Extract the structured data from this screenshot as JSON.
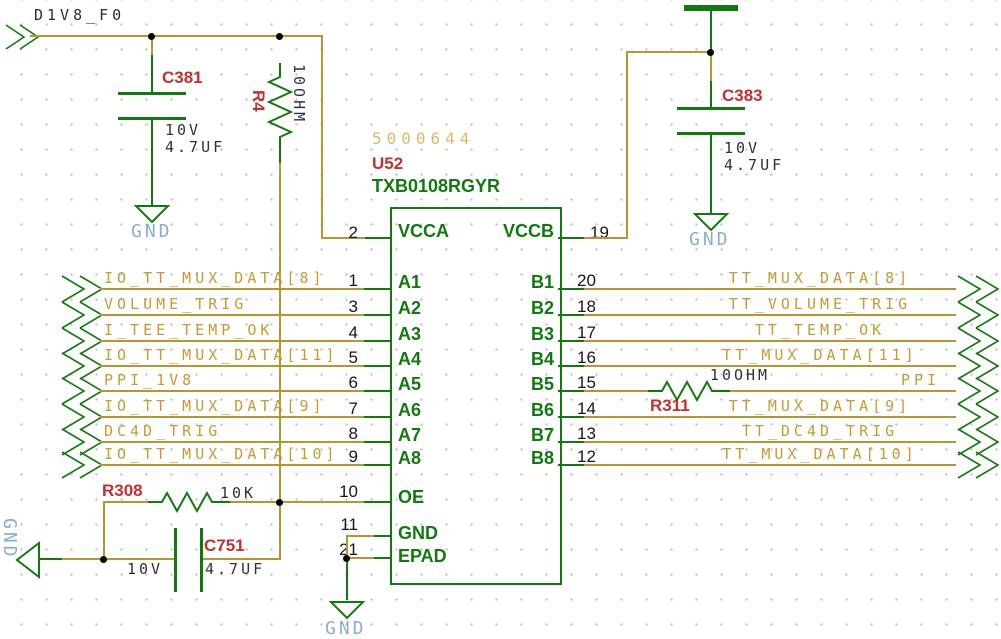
{
  "colors": {
    "wire": "#B5962F",
    "symbol": "#12790F",
    "net_label": "#C89A33",
    "dark_label": "#2B2B3E",
    "value": "#30303C",
    "refdes": "#C33030",
    "pin_number": "#161616",
    "gnd_text": "#87AFD2",
    "part_number": "#D9BB66",
    "background": "#FFFFFF",
    "grid_dot": "#C7C7C7"
  },
  "top_net": "D1V8_F0",
  "gnd_label": "GND",
  "chip": {
    "part_number": "5000644",
    "refdes": "U52",
    "part_name": "TXB0108RGYR",
    "pins": {
      "vcca": "VCCA",
      "vcca_num": "2",
      "vccb": "VCCB",
      "vccb_num": "19",
      "oe": "OE",
      "oe_num": "10",
      "gnd": "GND",
      "gnd_num": "11",
      "epad": "EPAD",
      "epad_num": "21"
    }
  },
  "rows": [
    {
      "left_pin": "1",
      "a": "A1",
      "b": "B1",
      "right_pin": "20",
      "left_label": "IO_TT_MUX_DATA[8]",
      "right_label": "TT_MUX_DATA[8]"
    },
    {
      "left_pin": "3",
      "a": "A2",
      "b": "B2",
      "right_pin": "18",
      "left_label": "VOLUME_TRIG",
      "right_label": "TT_VOLUME_TRIG"
    },
    {
      "left_pin": "4",
      "a": "A3",
      "b": "B3",
      "right_pin": "17",
      "left_label": "I_TEE_TEMP_OK",
      "right_label": "TT_TEMP_OK"
    },
    {
      "left_pin": "5",
      "a": "A4",
      "b": "B4",
      "right_pin": "16",
      "left_label": "IO_TT_MUX_DATA[11]",
      "right_label": "TT_MUX_DATA[11]"
    },
    {
      "left_pin": "6",
      "a": "A5",
      "b": "B5",
      "right_pin": "15",
      "left_label": "PPI_1V8",
      "right_label": "PPI",
      "series_resistor": "r311"
    },
    {
      "left_pin": "7",
      "a": "A6",
      "b": "B6",
      "right_pin": "14",
      "left_label": "IO_TT_MUX_DATA[9]",
      "right_label": "TT_MUX_DATA[9]"
    },
    {
      "left_pin": "8",
      "a": "A7",
      "b": "B7",
      "right_pin": "13",
      "left_label": "DC4D_TRIG",
      "right_label": "TT_DC4D_TRIG"
    },
    {
      "left_pin": "9",
      "a": "A8",
      "b": "B8",
      "right_pin": "12",
      "left_label": "IO_TT_MUX_DATA[10]",
      "right_label": "TT_MUX_DATA[10]"
    }
  ],
  "components": {
    "c381": {
      "refdes": "C381",
      "voltage": "10V",
      "value": "4.7UF"
    },
    "c383": {
      "refdes": "C383",
      "voltage": "10V",
      "value": "4.7UF"
    },
    "c751": {
      "refdes": "C751",
      "voltage": "10V",
      "value": "4.7UF"
    },
    "r4": {
      "refdes": "R4",
      "value": "10OHM"
    },
    "r308": {
      "refdes": "R308",
      "value": "10K"
    },
    "r311": {
      "refdes": "R311",
      "value": "10OHM"
    }
  }
}
